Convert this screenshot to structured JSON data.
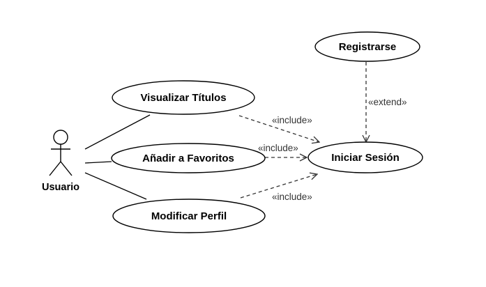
{
  "actor": {
    "name": "Usuario"
  },
  "use_cases": {
    "visualizar": "Visualizar Títulos",
    "favoritos": "Añadir a Favoritos",
    "perfil": "Modificar Perfil",
    "sesion": "Iniciar Sesión",
    "registrarse": "Registrarse"
  },
  "relations": {
    "include_1": "«include»",
    "include_2": "«include»",
    "include_3": "«include»",
    "extend": "«extend»"
  },
  "colors": {
    "stroke": "#000000",
    "dashed": "#333333",
    "background": "#ffffff"
  }
}
